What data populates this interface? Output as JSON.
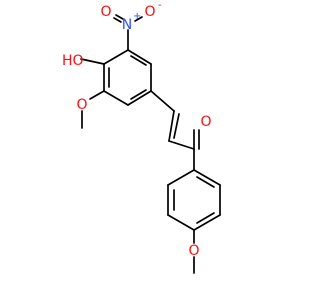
{
  "colors": {
    "bond": "#000000",
    "oxygen": "#ff0d0d",
    "nitrogen": "#3050f8",
    "carbon_label": "#000000"
  },
  "labels": {
    "hydroxyl": "HO",
    "nitro_n": "N",
    "nitro_plus": "+",
    "nitro_o_left": "O",
    "nitro_o_right": "O",
    "nitro_minus": "-",
    "methoxy_o_top": "O",
    "carbonyl_o": "O",
    "methoxy_o_bottom": "O"
  }
}
